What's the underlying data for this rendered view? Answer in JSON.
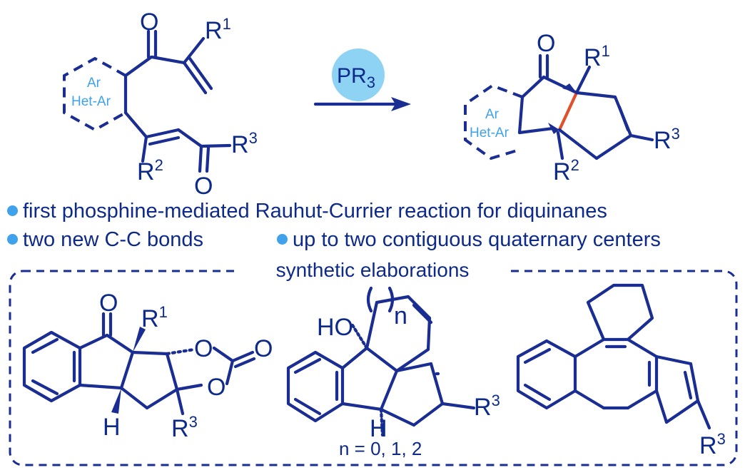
{
  "reaction": {
    "substituents": {
      "r1": "R",
      "r1_sup": "1",
      "r2": "R",
      "r2_sup": "2",
      "r3": "R",
      "r3_sup": "3"
    },
    "oxygen": "O",
    "hydrogen": "H",
    "hydroxyl": "HO",
    "ring_label_line1": "Ar",
    "ring_label_line2": "Het-Ar",
    "catalyst": {
      "text": "PR",
      "sub": "3",
      "bubble_color": "#8fd3f4"
    }
  },
  "bullets": [
    {
      "text": "first phosphine-mediated Rauhut-Currier reaction for diquinanes"
    },
    {
      "text": "two new C-C bonds"
    },
    {
      "text": "up to two contiguous quaternary centers"
    }
  ],
  "elaborations": {
    "title": "synthetic elaborations",
    "ring_size_letter": "n",
    "ring_size_values": "n = 0, 1, 2"
  },
  "colors": {
    "bond": "#1a2d93",
    "new_bond": "#e0502a",
    "accent": "#3fa2ea",
    "text": "#0d2a8a"
  }
}
